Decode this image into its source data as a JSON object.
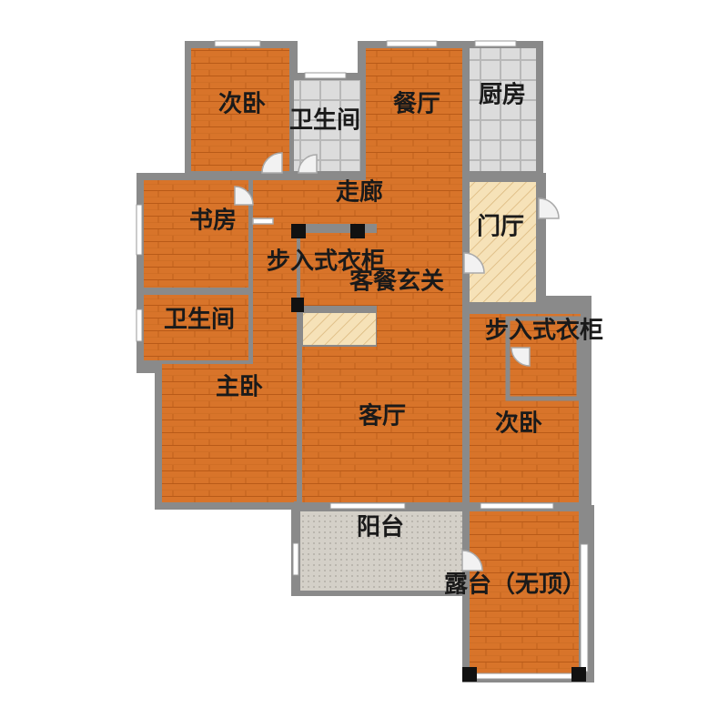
{
  "colors": {
    "wood": "#d8742a",
    "wood_line": "#b85a18",
    "tile": "#dcdcdc",
    "tile_line": "#b8b8b8",
    "wall": "#8a8a8a",
    "hatch": "#f6e2b8",
    "hatch_line": "#d9b57a",
    "balcony": "#d4d0c8",
    "column": "#111111"
  },
  "rooms": {
    "bedroom_2_top": "次卧",
    "bathroom_top": "卫生间",
    "dining": "餐厅",
    "kitchen": "厨房",
    "corridor": "走廊",
    "study": "书房",
    "walkin_closet_master": "步入式衣柜",
    "guest_dining_entrance": "客餐玄关",
    "foyer": "门厅",
    "bathroom_left": "卫生间",
    "walkin_closet_right": "步入式衣柜",
    "master_bedroom": "主卧",
    "living_room": "客厅",
    "bedroom_2_right": "次卧",
    "balcony": "阳台",
    "terrace": "露台（无顶）"
  }
}
